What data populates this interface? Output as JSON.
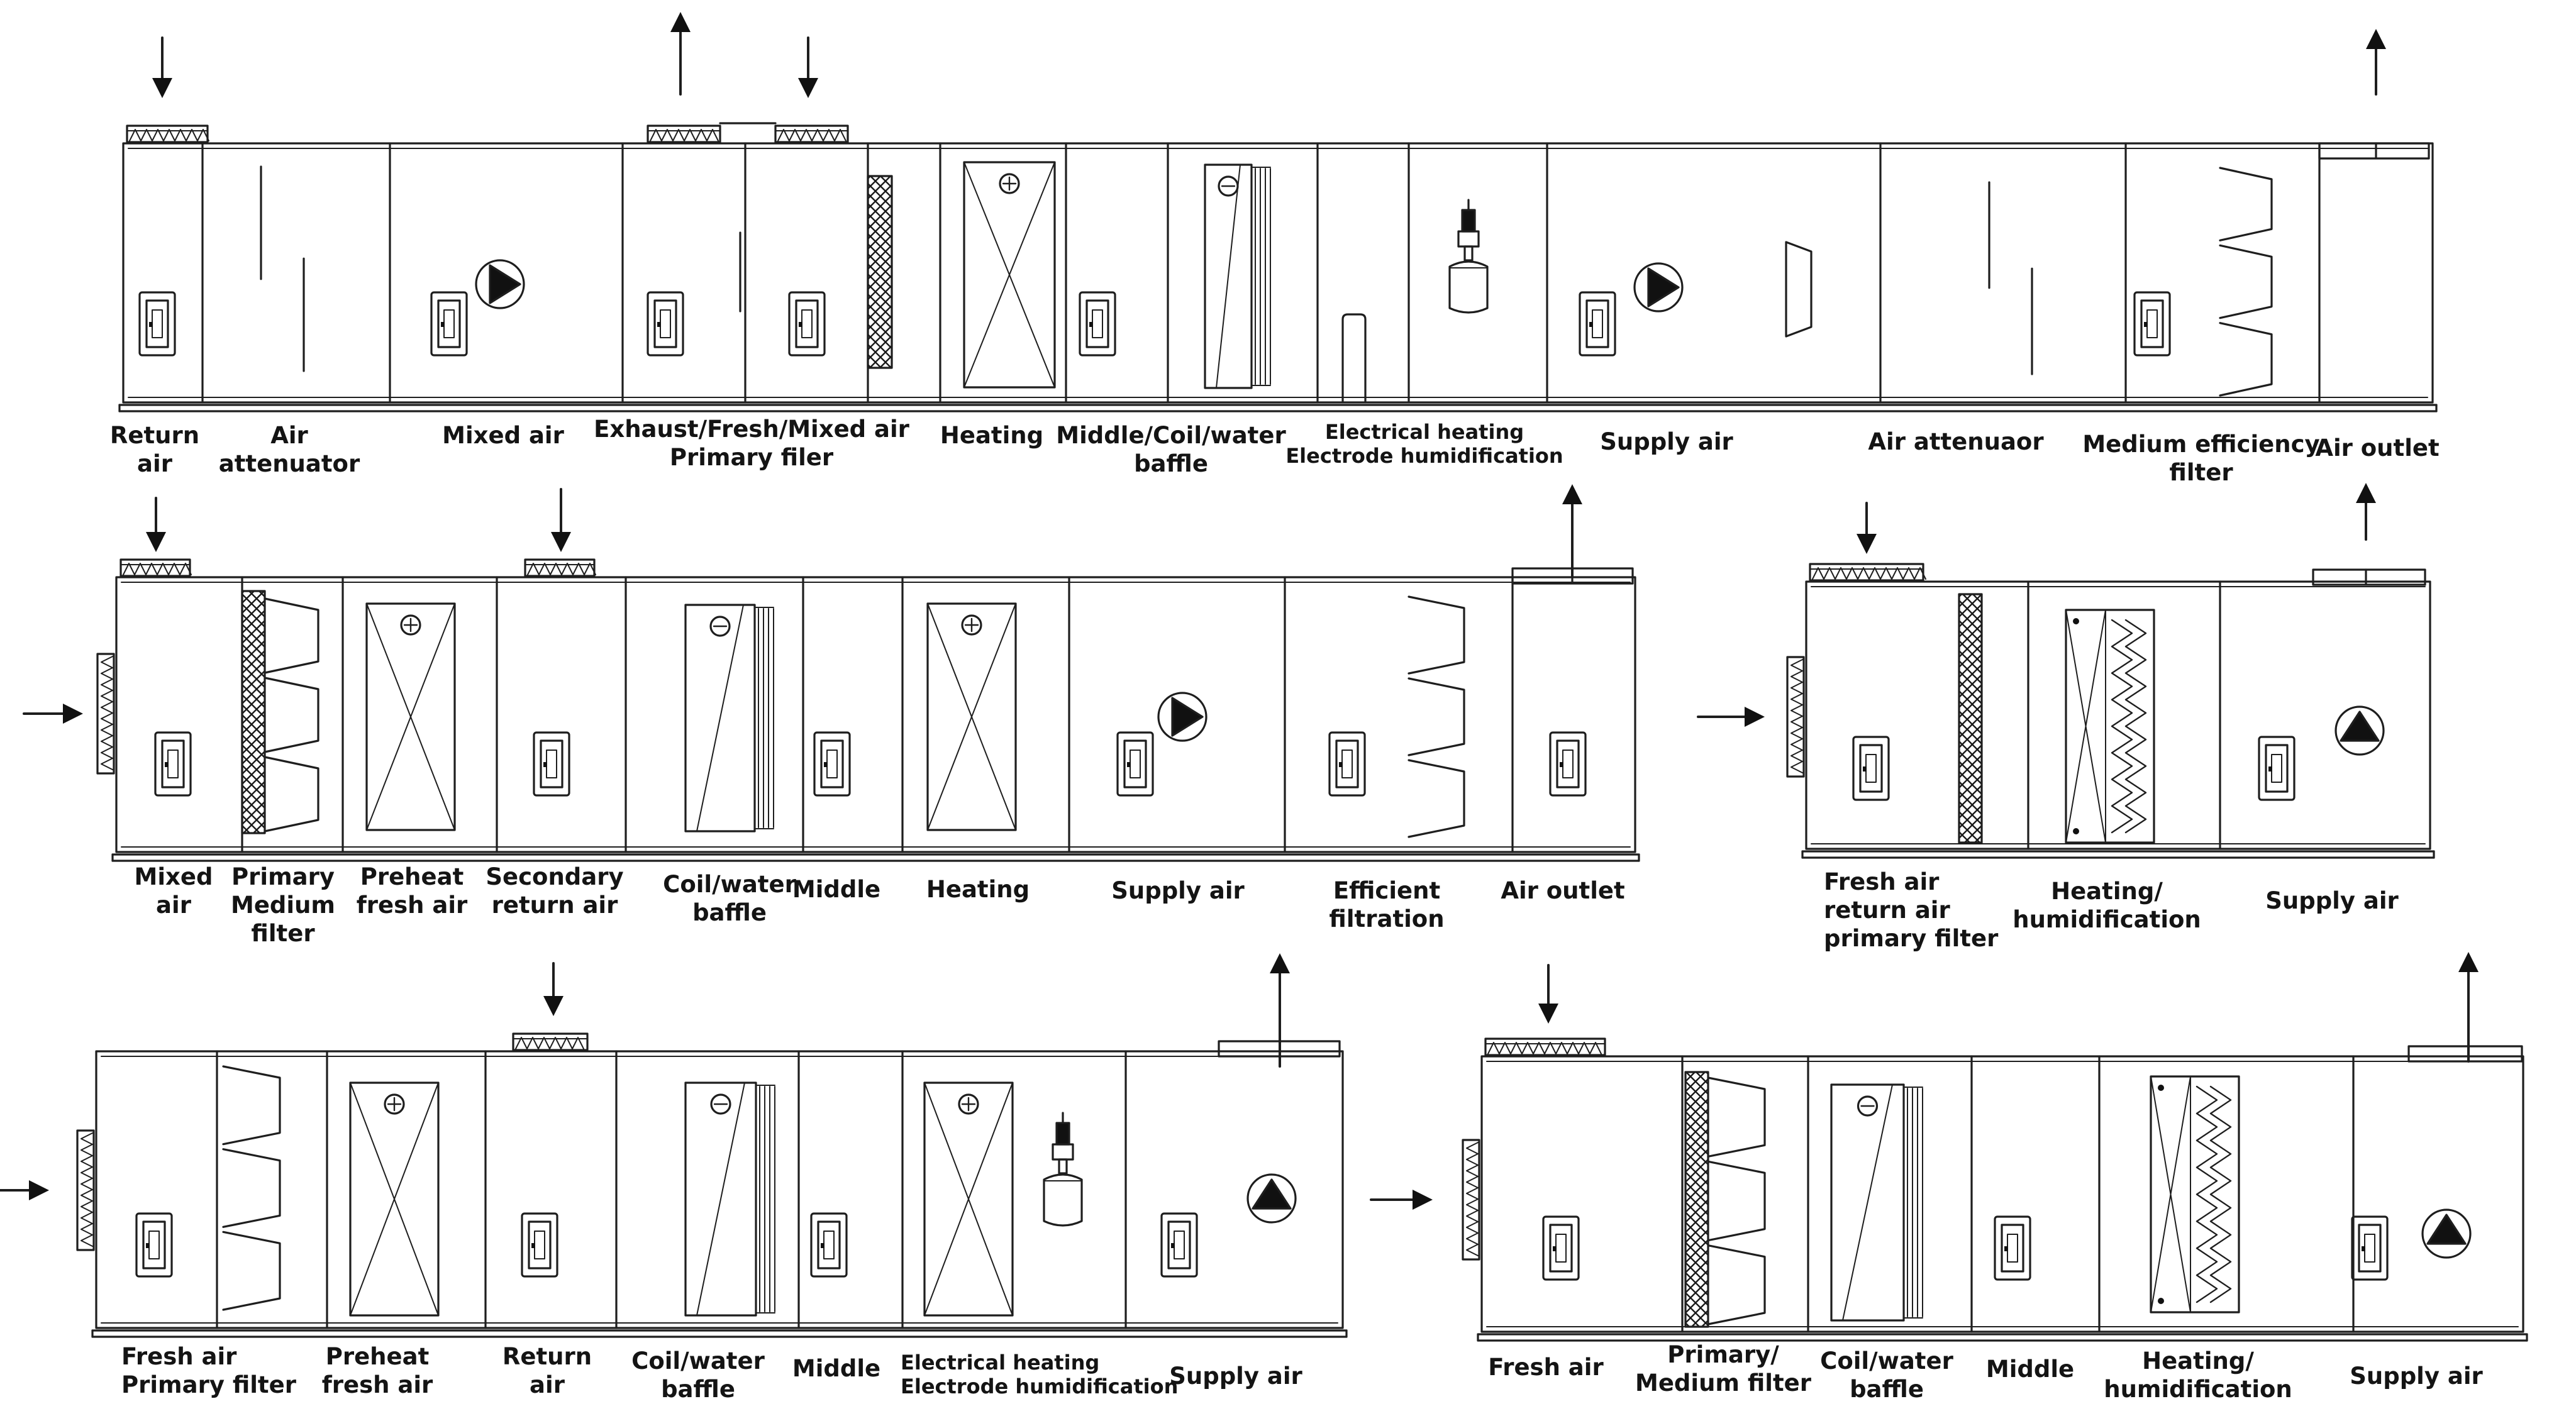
{
  "units": [
    {
      "name": "unit-1",
      "labels": [
        {
          "id": "return-air",
          "lines": [
            "Return",
            "air"
          ]
        },
        {
          "id": "air-attenuator",
          "lines": [
            "Air",
            "attenuator"
          ]
        },
        {
          "id": "mixed-air",
          "lines": [
            "Mixed air"
          ]
        },
        {
          "id": "exhaust-fresh-mixed-primary",
          "lines": [
            "Exhaust/Fresh/Mixed air",
            "Primary filer"
          ]
        },
        {
          "id": "heating",
          "lines": [
            "Heating"
          ]
        },
        {
          "id": "middle-coil-water-baffle",
          "lines": [
            "Middle/Coil/water",
            "baffle"
          ]
        },
        {
          "id": "electrical-heating-electrode-humidification",
          "lines": [
            "Electrical heating",
            "Electrode humidification"
          ]
        },
        {
          "id": "supply-air",
          "lines": [
            "Supply air"
          ]
        },
        {
          "id": "air-attenuaor",
          "lines": [
            "Air attenuaor"
          ]
        },
        {
          "id": "medium-efficiency-filter",
          "lines": [
            "Medium efficiency",
            "filter"
          ]
        },
        {
          "id": "air-outlet",
          "lines": [
            "Air outlet"
          ]
        }
      ]
    },
    {
      "name": "unit-2",
      "labels": [
        {
          "id": "mixed-air",
          "lines": [
            "Mixed",
            "air"
          ]
        },
        {
          "id": "primary-medium-filter",
          "lines": [
            "Primary",
            "Medium",
            "filter"
          ]
        },
        {
          "id": "preheat-fresh-air",
          "lines": [
            "Preheat",
            "fresh air"
          ]
        },
        {
          "id": "secondary-return-air",
          "lines": [
            "Secondary",
            "return air"
          ]
        },
        {
          "id": "coil-water-baffle",
          "lines": [
            "Coil/water",
            "baffle"
          ]
        },
        {
          "id": "middle",
          "lines": [
            "Middle"
          ]
        },
        {
          "id": "heating",
          "lines": [
            "Heating"
          ]
        },
        {
          "id": "supply-air",
          "lines": [
            "Supply air"
          ]
        },
        {
          "id": "efficient-filtration",
          "lines": [
            "Efficient",
            "filtration"
          ]
        },
        {
          "id": "air-outlet",
          "lines": [
            "Air outlet"
          ]
        }
      ]
    },
    {
      "name": "unit-3",
      "labels": [
        {
          "id": "fresh-air-return-air-primary-filter",
          "lines": [
            "Fresh air",
            "return air",
            "primary filter"
          ]
        },
        {
          "id": "heating-humidification",
          "lines": [
            "Heating/",
            "humidification"
          ]
        },
        {
          "id": "supply-air",
          "lines": [
            "Supply air"
          ]
        }
      ]
    },
    {
      "name": "unit-4",
      "labels": [
        {
          "id": "fresh-air-primary-filter",
          "lines": [
            "Fresh air",
            "Primary filter"
          ]
        },
        {
          "id": "preheat-fresh-air",
          "lines": [
            "Preheat",
            "fresh air"
          ]
        },
        {
          "id": "return-air",
          "lines": [
            "Return",
            "air"
          ]
        },
        {
          "id": "coil-water-baffle",
          "lines": [
            "Coil/water",
            "baffle"
          ]
        },
        {
          "id": "middle",
          "lines": [
            "Middle"
          ]
        },
        {
          "id": "electrical-heating-electrode-humidification",
          "lines": [
            "Electrical heating",
            "Electrode humidification"
          ]
        },
        {
          "id": "supply-air",
          "lines": [
            "Supply air"
          ]
        }
      ]
    },
    {
      "name": "unit-5",
      "labels": [
        {
          "id": "fresh-air",
          "lines": [
            "Fresh air"
          ]
        },
        {
          "id": "primary-medium-filter",
          "lines": [
            "Primary/",
            "Medium filter"
          ]
        },
        {
          "id": "coil-water-baffle",
          "lines": [
            "Coil/water",
            "baffle"
          ]
        },
        {
          "id": "middle",
          "lines": [
            "Middle"
          ]
        },
        {
          "id": "heating-humidification",
          "lines": [
            "Heating/",
            "humidification"
          ]
        },
        {
          "id": "supply-air",
          "lines": [
            "Supply air"
          ]
        }
      ]
    }
  ]
}
